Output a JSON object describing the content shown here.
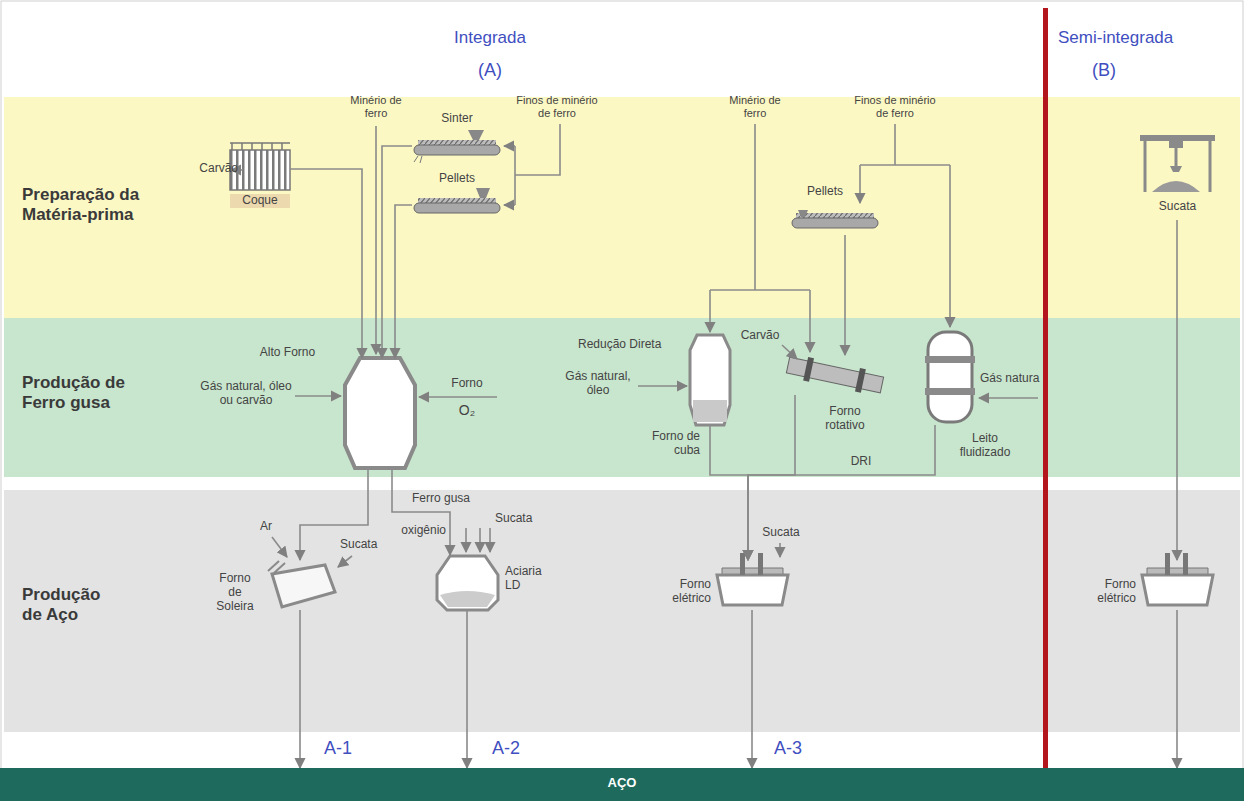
{
  "diagram": {
    "nodes": [
      {
        "text": [
          "Preparação da Matéria-prima"
        ]
      },
      {
        "text": [
          "Coque"
        ],
        "in": 0
      },
      {
        "text": [
          "Sinter"
        ],
        "in": 0
      },
      {
        "text": [
          "Pellets"
        ],
        "in": 0
      },
      {
        "text": [
          "Pellets"
        ],
        "in": 0
      },
      {
        "text": [
          "Sucata"
        ],
        "in": 0
      },
      {
        "text": [
          "Produção de Ferro gusa"
        ]
      },
      {
        "text": [
          "Alto Forno"
        ],
        "in": 6
      },
      {
        "text": [
          "Forno de cuba"
        ],
        "in": 6
      },
      {
        "text": [
          "Forno rotativo"
        ],
        "in": 6
      },
      {
        "text": [
          "Leito fluidizado"
        ],
        "in": 6
      },
      {
        "text": [
          "Produção de Aço"
        ]
      },
      {
        "text": [
          "Forno de Soleira"
        ],
        "in": 11
      },
      {
        "text": [
          "Aciaria LD"
        ],
        "in": 11
      },
      {
        "text": [
          "Forno elétrico"
        ],
        "in": 11
      },
      {
        "text": [
          "Forno elétrico"
        ],
        "in": 11
      },
      {
        "text": [
          "AÇO"
        ]
      }
    ],
    "edges": [
      {
        "from": 1,
        "to": 7,
        "arrow": "to"
      },
      {
        "from": 2,
        "to": 7,
        "arrow": "to"
      },
      {
        "from": 3,
        "to": 7,
        "arrow": "to"
      },
      {
        "from": 7,
        "to": 12,
        "arrow": "to"
      },
      {
        "from": 7,
        "to": 13,
        "label": "Ferro gusa",
        "arrow": "to"
      },
      {
        "from": 4,
        "to": 9,
        "arrow": "to"
      },
      {
        "from": 8,
        "to": 14,
        "arrow": "to"
      },
      {
        "from": 9,
        "to": 14,
        "label": "DRI",
        "arrow": "to"
      },
      {
        "from": 10,
        "to": 14,
        "arrow": "to"
      },
      {
        "from": 5,
        "to": 15,
        "arrow": "to"
      },
      {
        "from": 12,
        "to": 16,
        "label": "A-1",
        "arrow": "to"
      },
      {
        "from": 13,
        "to": 16,
        "label": "A-2",
        "arrow": "to"
      },
      {
        "from": 14,
        "to": 16,
        "label": "A-3",
        "arrow": "to"
      },
      {
        "from": 15,
        "to": 16,
        "arrow": "to"
      }
    ],
    "labels": [
      "Integrada",
      "(A)",
      "Semi-integrada",
      "(B)",
      "Minério de ferro",
      "Finos de minério de ferro",
      "Carvão",
      "Gás natural, óleo ou carvão",
      "Forno",
      "O₂",
      "Ar",
      "Sucata",
      "oxigênio",
      "Sucata",
      "Minério de ferro",
      "Finos de minério de ferro",
      "Redução Direta",
      "Gás natural, óleo",
      "Carvão",
      "Gás natura",
      "Sucata"
    ]
  }
}
